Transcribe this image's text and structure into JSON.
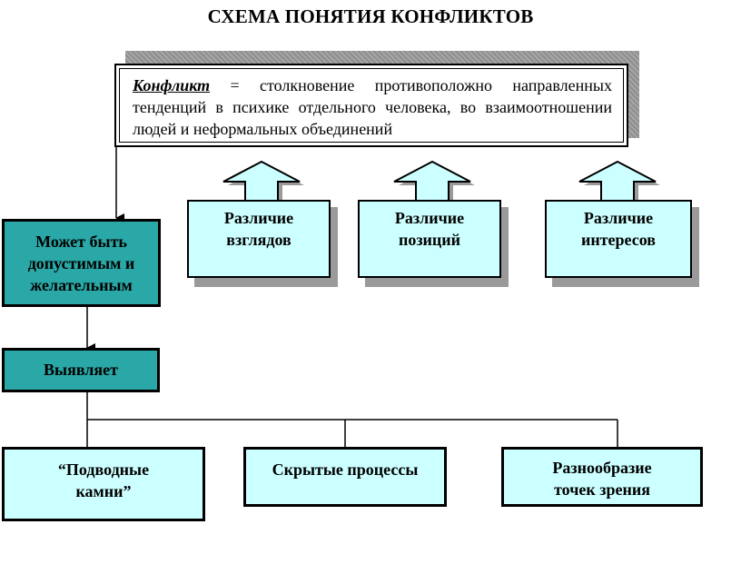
{
  "title": "СХЕМА ПОНЯТИЯ КОНФЛИКТОВ",
  "definition": {
    "term": "Конфликт",
    "text": " = столкновение противоположно направленных тенденций в психике отдельного человека, во взаимоотношении людей и неформальных объединений"
  },
  "differences": [
    {
      "line1": "Различие",
      "line2": "взглядов"
    },
    {
      "line1": "Различие",
      "line2": "позиций"
    },
    {
      "line1": "Различие",
      "line2": "интересов"
    }
  ],
  "left_chain": {
    "box1": {
      "line1": "Может быть",
      "line2": "допустимым и",
      "line3": "желательным"
    },
    "box2": "Выявляет"
  },
  "outcomes": [
    {
      "line1": "“Подводные",
      "line2": "камни”"
    },
    {
      "line1": "Скрытые процессы",
      "line2": ""
    },
    {
      "line1": "Разнообразие",
      "line2": "точек зрения"
    }
  ],
  "colors": {
    "light_cyan": "#ccffff",
    "teal": "#2aa7a7",
    "shadow": "#9a9a9a"
  }
}
